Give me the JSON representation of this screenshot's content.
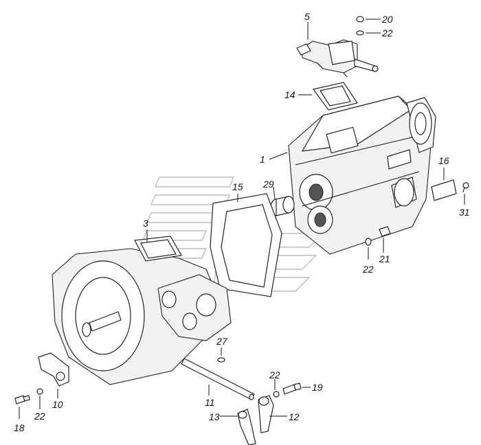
{
  "callouts": {
    "c1": "1",
    "c3": "3",
    "c5": "5",
    "c10": "10",
    "c11": "11",
    "c12": "12",
    "c13": "13",
    "c14": "14",
    "c15": "15",
    "c16": "16",
    "c18": "18",
    "c19": "19",
    "c20": "20",
    "c21": "21",
    "c22a": "22",
    "c22b": "22",
    "c22c": "22",
    "c22d": "22",
    "c27": "27",
    "c29": "29",
    "c31": "31"
  }
}
